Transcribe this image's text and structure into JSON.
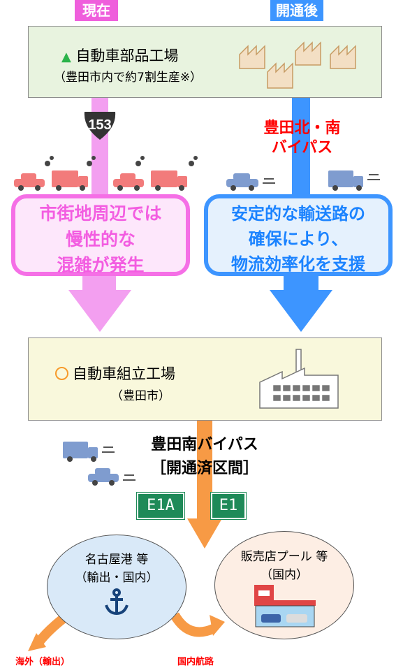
{
  "tags": {
    "current": "現在",
    "after": "開通後"
  },
  "parts_plant": {
    "name": "自動車部品工場",
    "note": "（豊田市内で約7割生産※）"
  },
  "route_badge": "153",
  "bypass_north_south": {
    "line1": "豊田北・南",
    "line2": "バイパス"
  },
  "current_effect": {
    "line1": "市街地周辺では",
    "line2": "慢性的な",
    "line3": "混雑が発生"
  },
  "after_effect": {
    "line1": "安定的な輸送路の",
    "line2": "確保により、",
    "line3": "物流効率化を支援"
  },
  "assembly_plant": {
    "name": "自動車組立工場",
    "note": "（豊田市）"
  },
  "bypass_south": {
    "line1": "豊田南バイパス",
    "line2": "［開通済区間］"
  },
  "expressway_signs": {
    "e1a": "E1A",
    "e1": "E1"
  },
  "port": {
    "line1": "名古屋港 等",
    "line2": "（輸出・国内）"
  },
  "dealer": {
    "line1": "販売店プール 等",
    "line2": "（国内）"
  },
  "bottom_labels": {
    "overseas": "海外（輸出）",
    "domestic": "国内航路"
  },
  "colors": {
    "pink": "#f56fe6",
    "blue": "#3d95ff",
    "orange": "#f79a45",
    "green_sign": "#1e8a58",
    "red": "#ff0000"
  }
}
